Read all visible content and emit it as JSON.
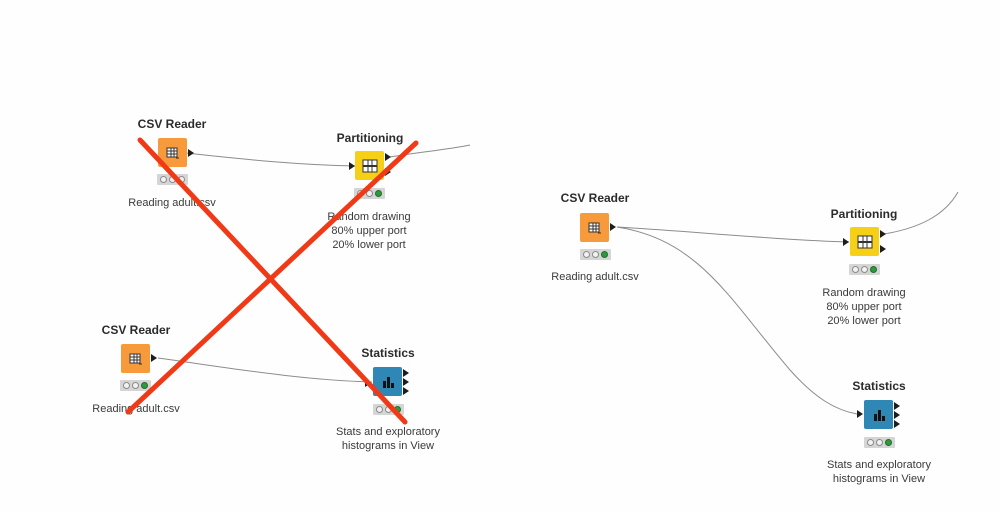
{
  "left_workflow": {
    "csv_reader_top": {
      "title": "CSV Reader",
      "description": [
        "Reading adult.csv"
      ],
      "status": [
        "off",
        "off",
        "off"
      ]
    },
    "partitioning": {
      "title": "Partitioning",
      "description": [
        "Random drawing",
        "80% upper port",
        "20% lower port"
      ],
      "status": [
        "off",
        "off",
        "on"
      ]
    },
    "csv_reader_bottom": {
      "title": "CSV Reader",
      "description": [
        "Reading adult.csv"
      ],
      "status": [
        "off",
        "off",
        "on"
      ]
    },
    "statistics": {
      "title": "Statistics",
      "description": [
        "Stats and exploratory",
        "histograms in View"
      ],
      "status": [
        "off",
        "off",
        "on"
      ]
    },
    "crossed_out": true,
    "cross_color": "#f03a17"
  },
  "right_workflow": {
    "csv_reader": {
      "title": "CSV Reader",
      "description": [
        "Reading adult.csv"
      ],
      "status": [
        "off",
        "off",
        "on"
      ]
    },
    "partitioning": {
      "title": "Partitioning",
      "description": [
        "Random drawing",
        "80% upper port",
        "20% lower port"
      ],
      "status": [
        "off",
        "off",
        "on"
      ]
    },
    "statistics": {
      "title": "Statistics",
      "description": [
        "Stats and exploratory",
        "histograms in View"
      ],
      "status": [
        "off",
        "off",
        "on"
      ]
    }
  },
  "colors": {
    "reader": "#f79a3b",
    "manipulator": "#f5d017",
    "view": "#2f87b5",
    "wire": "#8c8c8c",
    "status_ok": "#2f9a3d"
  },
  "icons": {
    "reader": "table-import-icon",
    "manipulator": "partition-grid-icon",
    "view": "statistics-bars-icon"
  }
}
